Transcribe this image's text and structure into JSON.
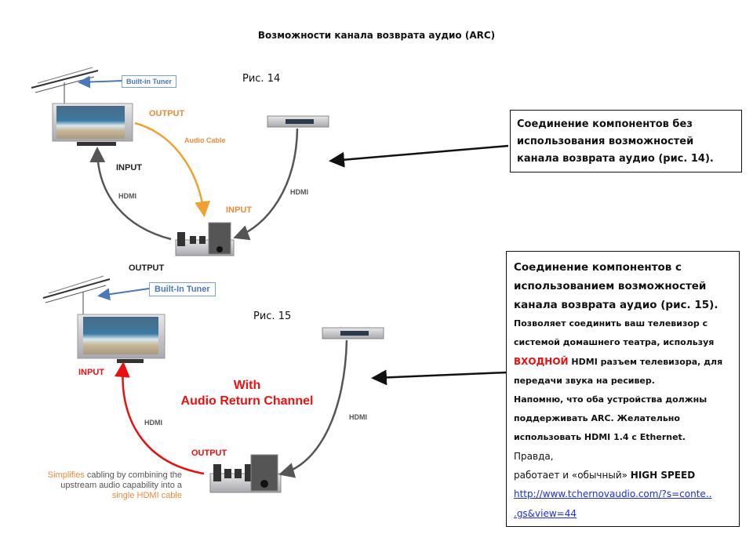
{
  "title": "Возможности канала возврата аудио (ARC)",
  "figure14": {
    "caption": "Рис. 14",
    "tuner_label": "Built-in Tuner",
    "tv_output": "OUTPUT",
    "audio_cable": "Audio Cable",
    "tv_input": "INPUT",
    "hdmi_left": "HDMI",
    "receiver_input": "INPUT",
    "hdmi_right": "HDMI",
    "receiver_output": "OUTPUT"
  },
  "figure15": {
    "caption": "Рис. 15",
    "tuner_label": "Built-In Tuner",
    "tv_input": "INPUT",
    "arc_line1": "With",
    "arc_line2": "Audio Return Channel",
    "hdmi_left": "HDMI",
    "hdmi_right": "HDMI",
    "receiver_output": "OUTPUT",
    "simplifies": {
      "w1": "Simplifies",
      "t1": " cabling by combining the",
      "t2": "upstream audio capability into a",
      "w3": "single HDMI cable"
    }
  },
  "box1": {
    "text": "Соединение компонентов без использования возможностей канала возврата аудио (рис. 14)."
  },
  "box2": {
    "heading": "Соединение компонентов с использованием возможностей канала возврата аудио (рис. 15).",
    "p1": "Позволяет соединить ваш телевизор с системой домашнего театра, используя",
    "p1_red": "ВХОДНОЙ",
    "p1_rest": " HDMI разъем телевизора, для передачи звука на ресивер.",
    "p2": "Напомню, что оба устройства должны поддерживать ARC. Желательно использовать HDMI 1.4 с Ethernet.",
    "p3": "Правда,",
    "p4_normal": "работает и  «обычный»  ",
    "p4_bold": "HIGH SPEED",
    "link_line1": "http://www.tchernovaudio.com/?s=conte..",
    "link_line2": ".gs&view=44"
  },
  "colors": {
    "orange_cable": "#f0a030",
    "red_cable": "#e81010",
    "grey_cable": "#555555",
    "tuner_blue": "#4a78b8",
    "link_blue": "#1a2ee8"
  }
}
